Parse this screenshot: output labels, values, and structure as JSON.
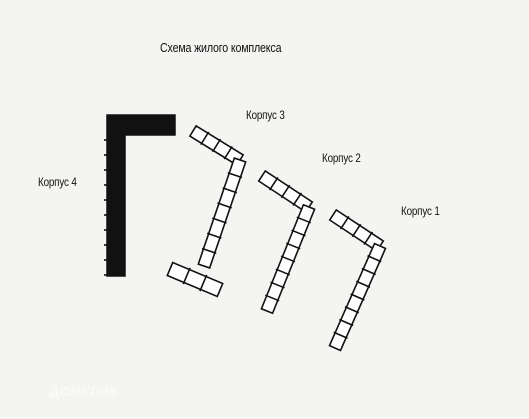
{
  "title": "Схема жилого комплекса",
  "buildings": [
    {
      "label": "Корпус 4",
      "style": "solid"
    },
    {
      "label": "Корпус 3",
      "style": "outline"
    },
    {
      "label": "Корпус 2",
      "style": "outline"
    },
    {
      "label": "Корпус 1",
      "style": "outline"
    }
  ],
  "watermark": "ДОМКЛИК",
  "colors": {
    "background": "#f4f4f2",
    "ink": "#111111",
    "fill": "#ffffff"
  }
}
